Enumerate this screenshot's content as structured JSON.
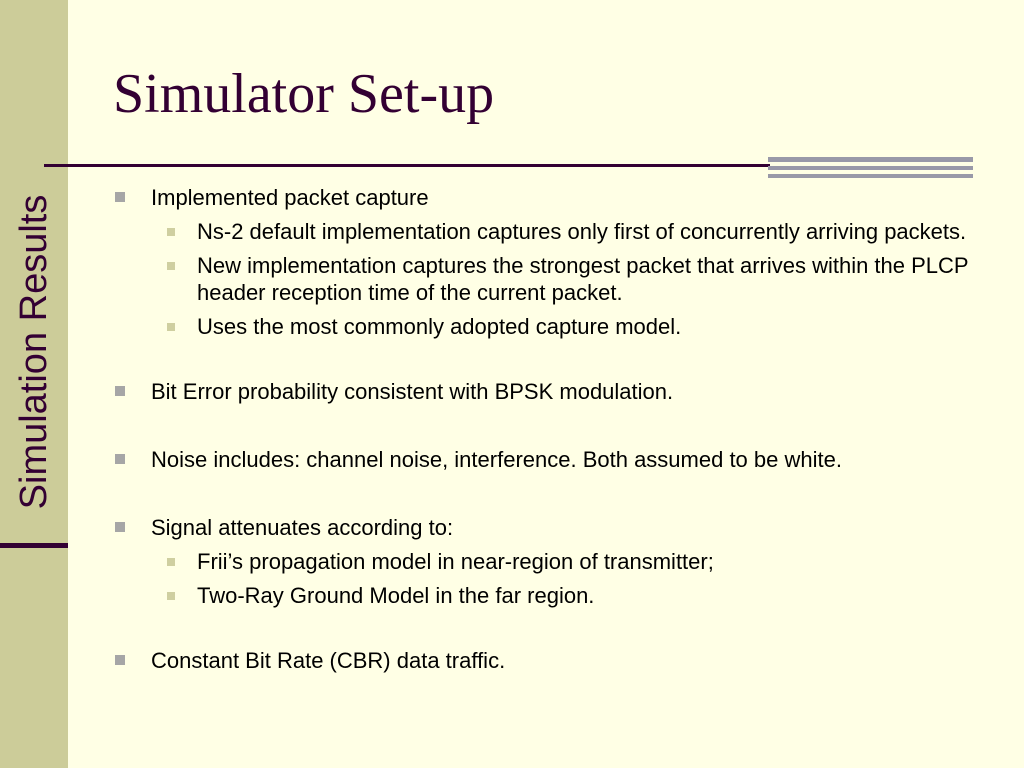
{
  "slide": {
    "title": "Simulator Set-up",
    "section_label": "Simulation Results"
  },
  "colors": {
    "background": "#FFFFE5",
    "sidebar": "#CCCC99",
    "accent_dark": "#330033",
    "rule_accent": "#9999A8",
    "bullet_marker": "#A6A6A6",
    "sub_bullet_marker": "#CFCFA0"
  },
  "bullets": [
    {
      "text": "Implemented packet capture",
      "sub": [
        "Ns-2 default implementation captures only first of concurrently arriving packets.",
        "New implementation captures the strongest packet that arrives within the PLCP header reception time of the current packet.",
        "Uses the most commonly adopted capture model."
      ]
    },
    {
      "text": "Bit Error probability consistent with BPSK modulation.",
      "sub": []
    },
    {
      "text": "Noise includes: channel noise, interference. Both assumed to be white.",
      "sub": []
    },
    {
      "text": "Signal attenuates according to:",
      "sub": [
        "Frii’s propagation model in near-region of transmitter;",
        "Two-Ray Ground Model in the far region."
      ]
    },
    {
      "text": "Constant Bit Rate (CBR) data traffic.",
      "sub": []
    }
  ]
}
